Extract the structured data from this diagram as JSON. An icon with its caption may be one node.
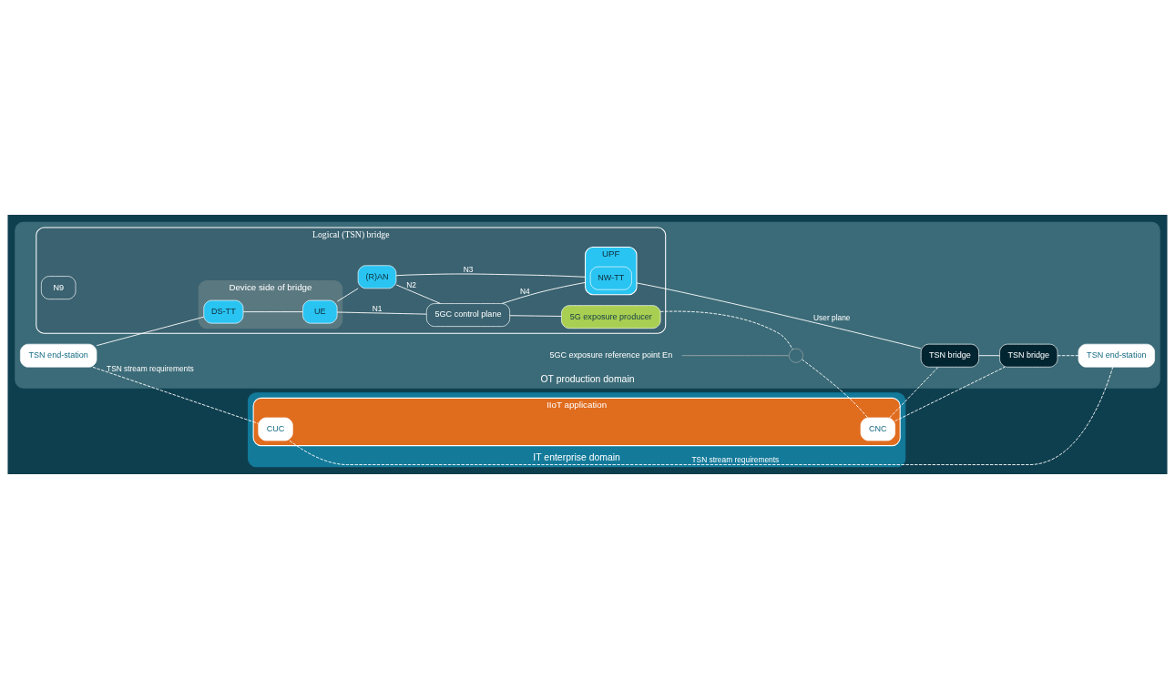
{
  "diagram": {
    "nodes": [
      {
        "text": [
          "OT production domain"
        ]
      },
      {
        "text": [
          "Logical (TSN) bridge"
        ],
        "in": 0
      },
      {
        "text": [
          "5GC control plane"
        ],
        "in": 1
      },
      {
        "text": [
          "5G exposure producer"
        ],
        "in": 1
      },
      {
        "text": [
          "Device side of bridge"
        ],
        "in": 1
      },
      {
        "text": [
          "DS-TT"
        ],
        "in": 4
      },
      {
        "text": [
          "UE"
        ],
        "in": 4
      },
      {
        "text": [
          "(R)AN"
        ],
        "in": 1
      },
      {
        "text": [
          "UPF"
        ],
        "in": 1
      },
      {
        "text": [
          "NW-TT"
        ],
        "in": 8
      },
      {
        "text": [
          "TSN end-station"
        ],
        "in": 0
      },
      {
        "text": [
          "TSN bridge"
        ],
        "in": 0
      },
      {
        "text": [
          "TSN bridge"
        ],
        "in": 0
      },
      {
        "text": [
          "TSN end-station"
        ],
        "in": 0
      },
      {
        "text": [
          "IT enterprise domain"
        ]
      },
      {
        "text": [
          "IIoT application"
        ],
        "in": 14
      },
      {
        "text": [
          "CUC"
        ],
        "in": 15
      },
      {
        "text": [
          "CNC"
        ],
        "in": 15
      },
      {
        "text": [
          "5GC exposure reference point En"
        ],
        "in": 0
      },
      {
        "text": [],
        "shape": "circle",
        "in": 0
      },
      {
        "text": [
          "N9"
        ],
        "in": 1
      }
    ],
    "edges": [
      {
        "from": 10,
        "to": 5,
        "arrow": "none"
      },
      {
        "from": 5,
        "to": 6,
        "arrow": "none"
      },
      {
        "from": 6,
        "to": 7,
        "arrow": "none"
      },
      {
        "from": 6,
        "to": 2,
        "arrow": "none",
        "label": "N1"
      },
      {
        "from": 7,
        "to": 2,
        "arrow": "none",
        "label": "N2"
      },
      {
        "from": 2,
        "to": 8,
        "arrow": "none",
        "label": "N4"
      },
      {
        "from": 7,
        "to": 8,
        "arrow": "none",
        "label": "N3"
      },
      {
        "from": 2,
        "to": 3,
        "arrow": "none"
      },
      {
        "from": 8,
        "to": 11,
        "arrow": "none",
        "label": "User plane"
      },
      {
        "from": 11,
        "to": 12,
        "arrow": "none"
      },
      {
        "from": 12,
        "to": 13,
        "arrow": "none",
        "style": "dashed"
      },
      {
        "from": 3,
        "to": 19,
        "arrow": "none",
        "style": "dashed"
      },
      {
        "from": 19,
        "to": 17,
        "arrow": "none",
        "style": "dashed"
      },
      {
        "from": 18,
        "to": 19,
        "arrow": "none",
        "color": "#9aa5a8"
      },
      {
        "from": 17,
        "to": 11,
        "arrow": "none",
        "style": "dashed"
      },
      {
        "from": 17,
        "to": 12,
        "arrow": "none",
        "style": "dashed"
      },
      {
        "from": 10,
        "to": 16,
        "arrow": "none",
        "style": "dashed",
        "label": "TSN stream requirements"
      },
      {
        "from": 16,
        "to": 13,
        "arrow": "none",
        "style": "dashed",
        "label": "TSN stream requirements"
      }
    ]
  }
}
